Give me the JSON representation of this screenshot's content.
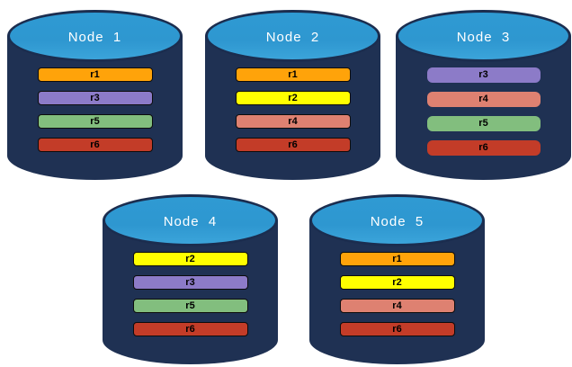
{
  "colors": {
    "cylinder_body": "#1F3153",
    "cylinder_top": "#2F9AD3",
    "cylinder_outline": "#1B2D4F",
    "node_label_text": "#FFFFFF",
    "bar_text": "#000000",
    "replica_colors": {
      "r1": "#FFA30A",
      "r2": "#FFFF00",
      "r3": "#8C7BC8",
      "r4": "#DE8171",
      "r5": "#82BE7E",
      "r6": "#C33C28"
    }
  },
  "nodes": [
    {
      "label": "Node  1",
      "replicas": [
        "r1",
        "r3",
        "r5",
        "r6"
      ]
    },
    {
      "label": "Node  2",
      "replicas": [
        "r1",
        "r2",
        "r4",
        "r6"
      ]
    },
    {
      "label": "Node  3",
      "replicas": [
        "r3",
        "r4",
        "r5",
        "r6"
      ]
    },
    {
      "label": "Node  4",
      "replicas": [
        "r2",
        "r3",
        "r5",
        "r6"
      ]
    },
    {
      "label": "Node  5",
      "replicas": [
        "r1",
        "r2",
        "r4",
        "r6"
      ]
    }
  ]
}
